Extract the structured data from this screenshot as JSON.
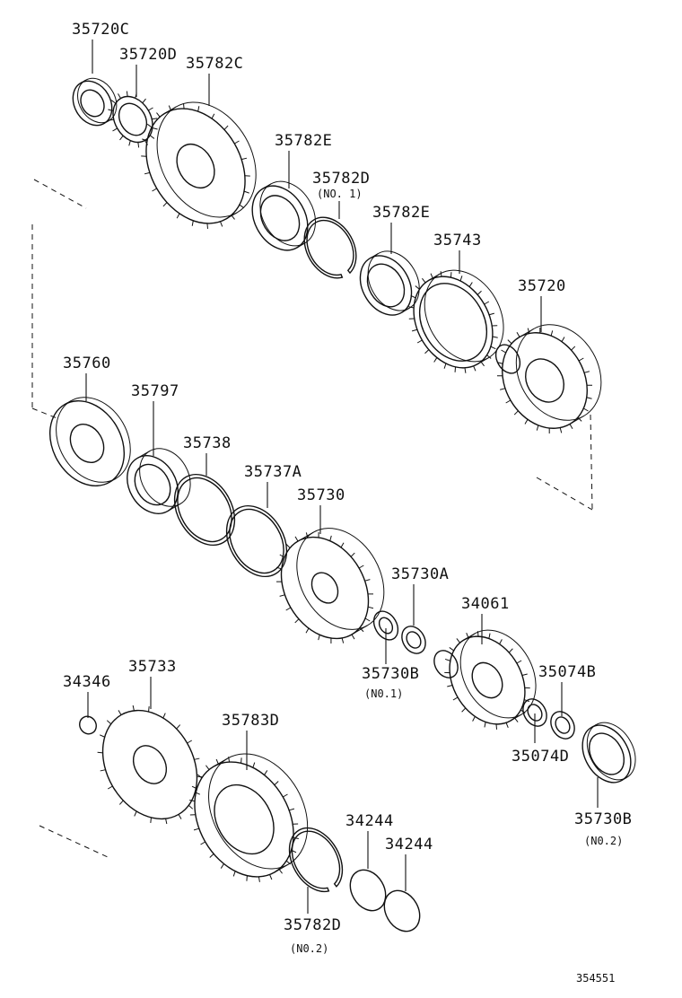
{
  "diagram_id": "354551",
  "parts": [
    {
      "key": "p35720C",
      "label": "35720C",
      "sub": ""
    },
    {
      "key": "p35720D",
      "label": "35720D",
      "sub": ""
    },
    {
      "key": "p35782C",
      "label": "35782C",
      "sub": ""
    },
    {
      "key": "p35782E_1",
      "label": "35782E",
      "sub": ""
    },
    {
      "key": "p35782D_1",
      "label": "35782D",
      "sub": "(NO. 1)"
    },
    {
      "key": "p35782E_2",
      "label": "35782E",
      "sub": ""
    },
    {
      "key": "p35743",
      "label": "35743",
      "sub": ""
    },
    {
      "key": "p35720",
      "label": "35720",
      "sub": ""
    },
    {
      "key": "p35760",
      "label": "35760",
      "sub": ""
    },
    {
      "key": "p35797",
      "label": "35797",
      "sub": ""
    },
    {
      "key": "p35738",
      "label": "35738",
      "sub": ""
    },
    {
      "key": "p35737A",
      "label": "35737A",
      "sub": ""
    },
    {
      "key": "p35730",
      "label": "35730",
      "sub": ""
    },
    {
      "key": "p35730A",
      "label": "35730A",
      "sub": ""
    },
    {
      "key": "p34061",
      "label": "34061",
      "sub": ""
    },
    {
      "key": "p35730B_1",
      "label": "35730B",
      "sub": "(N0.1)"
    },
    {
      "key": "p35074B",
      "label": "35074B",
      "sub": ""
    },
    {
      "key": "p34346",
      "label": "34346",
      "sub": ""
    },
    {
      "key": "p35733",
      "label": "35733",
      "sub": ""
    },
    {
      "key": "p35783D",
      "label": "35783D",
      "sub": ""
    },
    {
      "key": "p35074D",
      "label": "35074D",
      "sub": ""
    },
    {
      "key": "p35730B_2",
      "label": "35730B",
      "sub": "(N0.2)"
    },
    {
      "key": "p34244_1",
      "label": "34244",
      "sub": ""
    },
    {
      "key": "p34244_2",
      "label": "34244",
      "sub": ""
    },
    {
      "key": "p35782D_2",
      "label": "35782D",
      "sub": "(N0.2)"
    }
  ]
}
